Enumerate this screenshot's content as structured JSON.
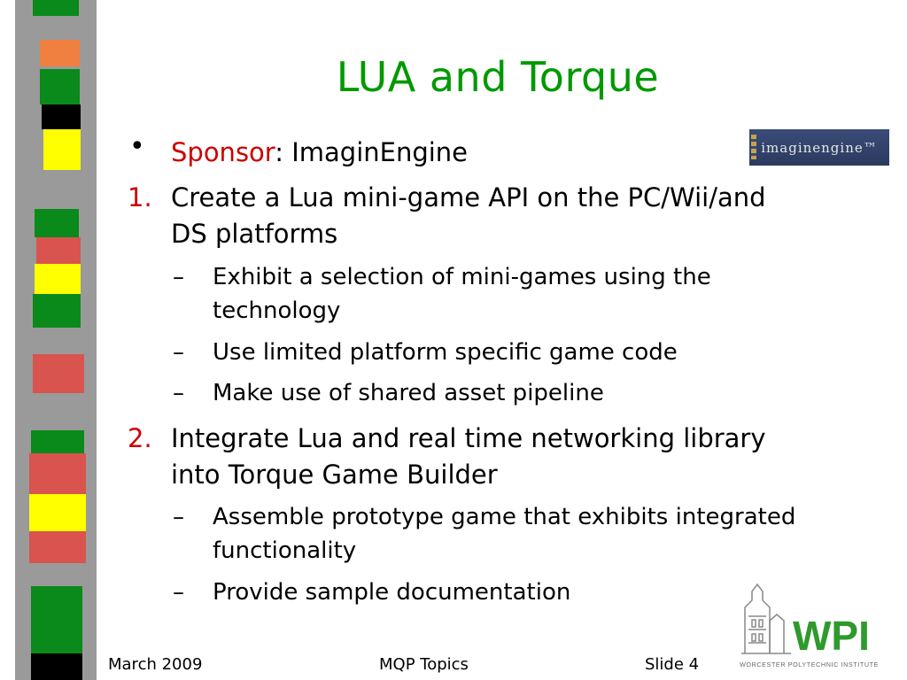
{
  "slide": {
    "title": "LUA and Torque",
    "sponsor_label": "Sponsor",
    "sponsor_sep": ": ",
    "sponsor_value": "ImaginEngine",
    "items": [
      {
        "marker": "1.",
        "line1": "Create a Lua mini-game API on the PC/Wii/and",
        "line2": "DS platforms"
      },
      {
        "marker": "2.",
        "line1": "Integrate Lua and real time networking library",
        "line2": "into Torque Game Builder"
      }
    ],
    "sub1": [
      {
        "line1": "Exhibit a selection of mini-games using the",
        "line2": "technology"
      },
      {
        "line1": "Use limited platform specific game code"
      },
      {
        "line1": "Make use of shared asset pipeline"
      }
    ],
    "sub2": [
      {
        "line1": "Assemble prototype game that exhibits integrated",
        "line2": "functionality"
      },
      {
        "line1": "Provide sample documentation"
      }
    ],
    "dash": "–",
    "bullet": "•"
  },
  "logos": {
    "imaginengine_text": "imaginengine™",
    "wpi_text": "WPI",
    "wpi_subtext": "WORCESTER POLYTECHNIC INSTITUTE"
  },
  "footer": {
    "date": "March 2009",
    "center": "MQP Topics",
    "slide": "Slide 4"
  },
  "colors": {
    "title": "#009900",
    "accent_red": "#cc0000",
    "stripe_green": "#0a8a1a",
    "stripe_red": "#d9534f",
    "stripe_yellow": "#ffff00",
    "stripe_orange": "#f08040",
    "stripe_gray": "#9a9a9a",
    "wpi_red": "#c81e1e",
    "wpi_green": "#2e9a2e"
  }
}
